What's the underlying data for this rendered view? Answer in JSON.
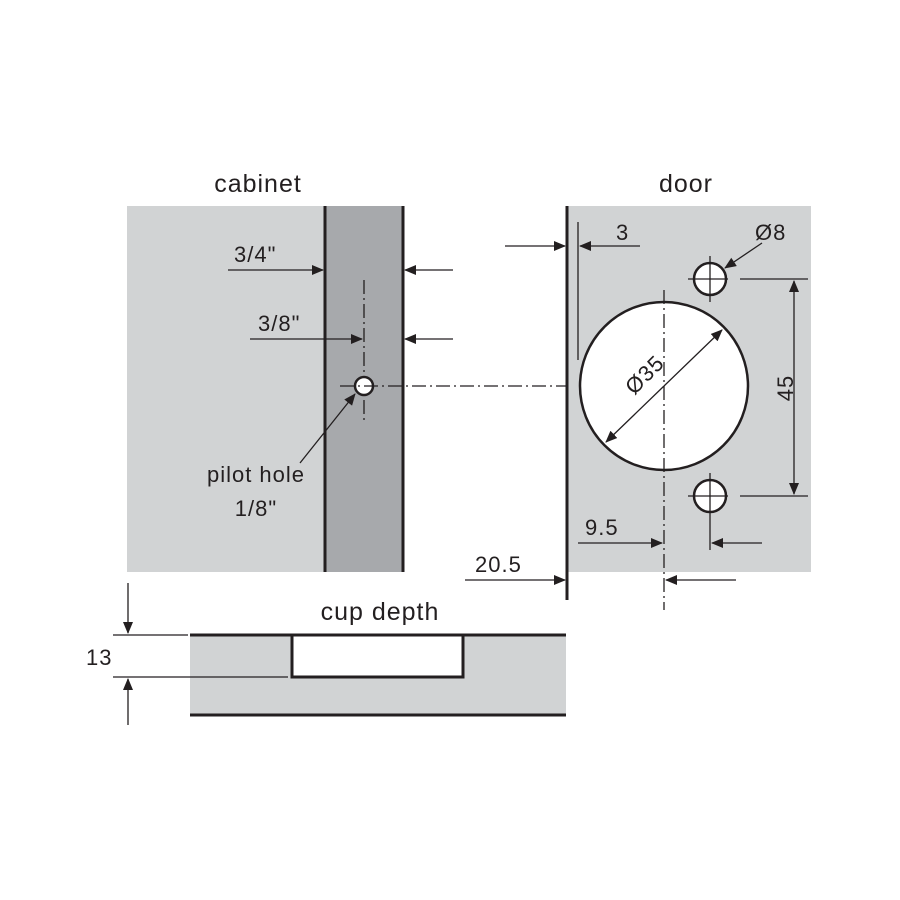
{
  "labels": {
    "cabinet": "cabinet",
    "door": "door",
    "cup_depth": "cup depth",
    "pilot_hole_line1": "pilot hole",
    "pilot_hole_line2": "1/8\""
  },
  "dimensions": {
    "face_frame": "3/4\"",
    "pilot_offset": "3/8\"",
    "door_edge": "3",
    "screw_hole_dia": "Ø8",
    "cup_dia": "Ø35",
    "screw_spacing": "45",
    "screw_offset": "9.5",
    "cup_offset": "20.5",
    "cup_depth": "13"
  },
  "colors": {
    "panel": "#d1d3d4",
    "frame": "#a7a9ac",
    "ink": "#231f20"
  }
}
